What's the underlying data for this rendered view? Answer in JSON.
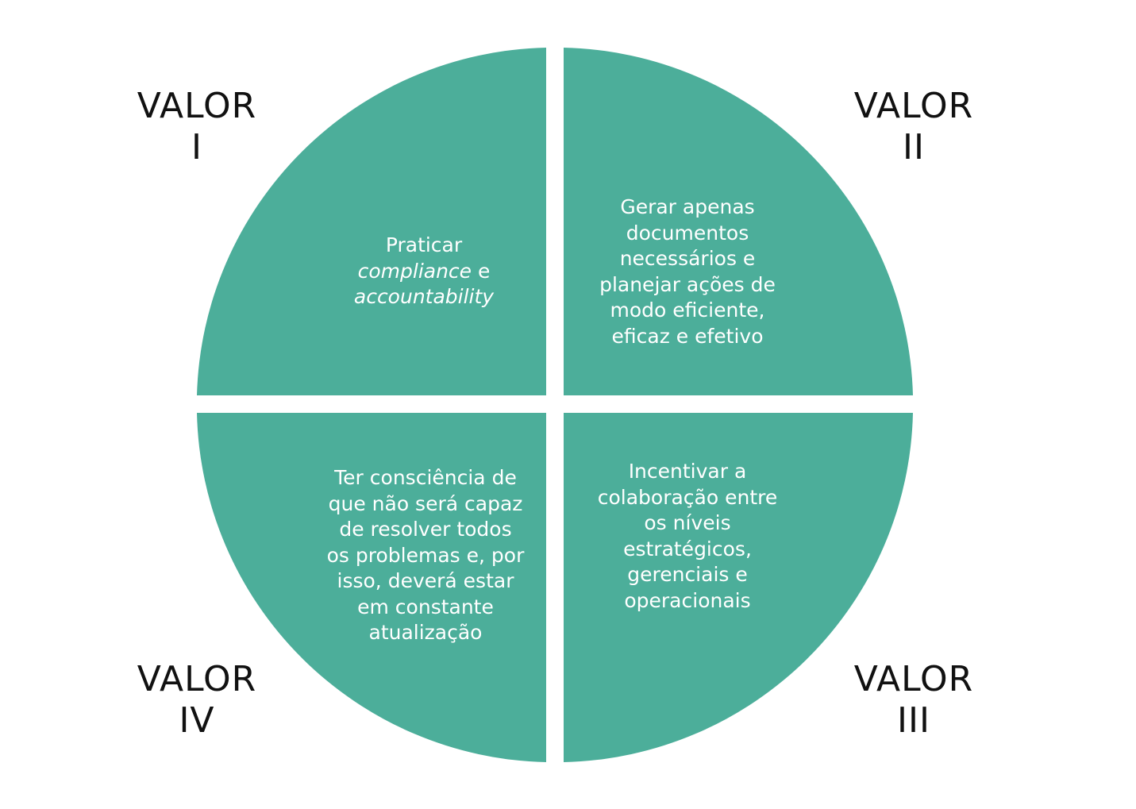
{
  "colors": {
    "quadrant_fill": "#4CAE9A",
    "label_text": "#111111",
    "quadrant_text": "#FFFFFF",
    "background": "#FFFFFF"
  },
  "quadrants": [
    {
      "id": "I",
      "label_word": "VALOR",
      "label_numeral": "I",
      "text_lines": [
        [
          {
            "t": "Praticar",
            "i": false
          }
        ],
        [
          {
            "t": "compliance",
            "i": true
          },
          {
            "t": " e",
            "i": false
          }
        ],
        [
          {
            "t": "accountability",
            "i": true
          }
        ]
      ]
    },
    {
      "id": "II",
      "label_word": "VALOR",
      "label_numeral": "II",
      "text_lines": [
        [
          {
            "t": "Gerar apenas",
            "i": false
          }
        ],
        [
          {
            "t": "documentos",
            "i": false
          }
        ],
        [
          {
            "t": "necessários e",
            "i": false
          }
        ],
        [
          {
            "t": "planejar ações de",
            "i": false
          }
        ],
        [
          {
            "t": "modo eficiente,",
            "i": false
          }
        ],
        [
          {
            "t": "eficaz e efetivo",
            "i": false
          }
        ]
      ]
    },
    {
      "id": "III",
      "label_word": "VALOR",
      "label_numeral": "III",
      "text_lines": [
        [
          {
            "t": "Incentivar a",
            "i": false
          }
        ],
        [
          {
            "t": "colaboração entre",
            "i": false
          }
        ],
        [
          {
            "t": "os níveis",
            "i": false
          }
        ],
        [
          {
            "t": "estratégicos,",
            "i": false
          }
        ],
        [
          {
            "t": "gerenciais e",
            "i": false
          }
        ],
        [
          {
            "t": "operacionais",
            "i": false
          }
        ]
      ]
    },
    {
      "id": "IV",
      "label_word": "VALOR",
      "label_numeral": "IV",
      "text_lines": [
        [
          {
            "t": "Ter consciência de",
            "i": false
          }
        ],
        [
          {
            "t": "que não será capaz",
            "i": false
          }
        ],
        [
          {
            "t": "de resolver todos",
            "i": false
          }
        ],
        [
          {
            "t": "os problemas e, por",
            "i": false
          }
        ],
        [
          {
            "t": "isso, deverá estar",
            "i": false
          }
        ],
        [
          {
            "t": "em constante",
            "i": false
          }
        ],
        [
          {
            "t": "atualização",
            "i": false
          }
        ]
      ]
    }
  ]
}
